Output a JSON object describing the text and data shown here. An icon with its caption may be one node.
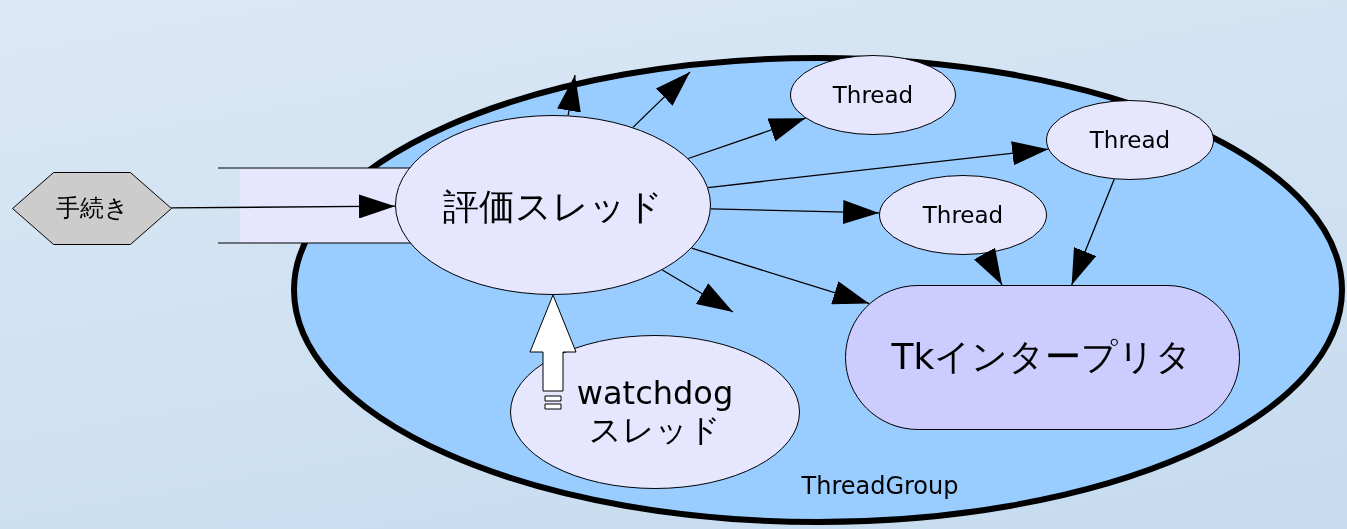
{
  "diagram": {
    "nodes": [
      {
        "text": [
          "ThreadGroup"
        ]
      },
      {
        "text": [
          "手続き"
        ]
      },
      {
        "text": [
          "評価スレッド"
        ],
        "in": 0
      },
      {
        "text": [
          "Thread"
        ],
        "in": 0
      },
      {
        "text": [
          "Thread"
        ],
        "in": 0
      },
      {
        "text": [
          "Thread"
        ],
        "in": 0
      },
      {
        "text": [
          "Tkインタープリタ"
        ],
        "in": 0
      },
      {
        "text": [
          "watchdog スレッド"
        ],
        "in": 0
      }
    ],
    "edges": [
      {
        "from": 1,
        "to": 2,
        "arrow": "to"
      },
      {
        "from": 2,
        "to": null,
        "arrow": "to"
      },
      {
        "from": 2,
        "to": null,
        "arrow": "to"
      },
      {
        "from": 2,
        "to": 3,
        "arrow": "to"
      },
      {
        "from": 2,
        "to": 4,
        "arrow": "to"
      },
      {
        "from": 2,
        "to": 5,
        "arrow": "to"
      },
      {
        "from": 2,
        "to": null,
        "arrow": "to"
      },
      {
        "from": 2,
        "to": 6,
        "arrow": "to"
      },
      {
        "from": 5,
        "to": 6,
        "arrow": "to"
      },
      {
        "from": 4,
        "to": 6,
        "arrow": "to"
      },
      {
        "from": 7,
        "to": 2,
        "arrow": "to",
        "style": "thick",
        "color": "#ffffff"
      }
    ]
  }
}
